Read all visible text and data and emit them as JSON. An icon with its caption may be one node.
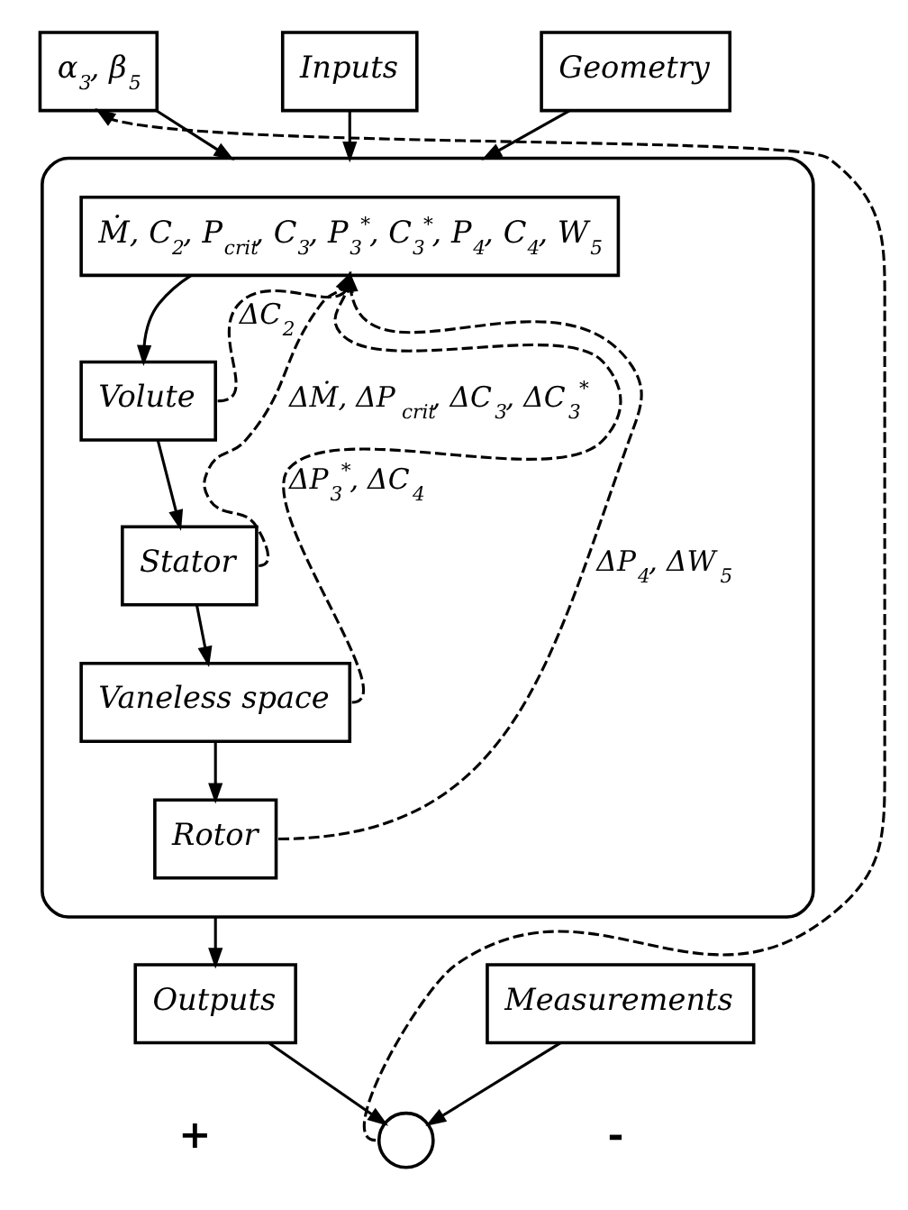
{
  "diagram": {
    "nodes": [
      {
        "text": [
          "Inputs"
        ]
      },
      {
        "text": [
          "Geometry"
        ]
      },
      {
        "text": [
          "α$_{3}$, β$_{5}$"
        ]
      },
      {
        "text": [],
        "shape": "box"
      },
      {
        "text": [
          "Ṁ, C$_{2}$, P$_{crit}$, C$_{3}$, P$_{3}$$^{*}$, C$_{3}$$^{*}$, P$_{4}$, C$_{4}$, W$_{5}$"
        ],
        "in": 3
      },
      {
        "text": [
          "Volute"
        ],
        "in": 3
      },
      {
        "text": [
          "Stator"
        ],
        "in": 3
      },
      {
        "text": [
          "Vaneless space"
        ],
        "in": 3
      },
      {
        "text": [
          "Rotor"
        ],
        "in": 3
      },
      {
        "text": [
          "Outputs"
        ]
      },
      {
        "text": [],
        "shape": "circle"
      },
      {
        "text": [
          "Measurements"
        ]
      }
    ],
    "edges": [
      {
        "from": 0,
        "to": 3,
        "arrow": "to"
      },
      {
        "from": 1,
        "to": 3,
        "arrow": "to"
      },
      {
        "from": 2,
        "to": 3,
        "arrow": "to"
      },
      {
        "from": 4,
        "to": 5,
        "arrow": "to"
      },
      {
        "from": 5,
        "to": 6,
        "arrow": "to"
      },
      {
        "from": 6,
        "to": 7,
        "arrow": "to"
      },
      {
        "from": 7,
        "to": 8,
        "arrow": "to"
      },
      {
        "from": 5,
        "to": 4,
        "arrow": "to",
        "style": "dashed",
        "label": "ΔC$_{2}$"
      },
      {
        "from": 6,
        "to": 4,
        "arrow": "to",
        "style": "dashed",
        "label": "ΔṀ, ΔP$_{crit}$, ΔC$_{3}$, ΔC$_{3}$$^{*}$"
      },
      {
        "from": 7,
        "to": 4,
        "arrow": "to",
        "style": "dashed",
        "label": "ΔP$_{3}$$^{*}$, ΔC$_{4}$"
      },
      {
        "from": 8,
        "to": 4,
        "arrow": "to",
        "style": "dashed",
        "label": "ΔP$_{4}$, ΔW$_{5}$"
      },
      {
        "from": 3,
        "to": 9,
        "arrow": "to"
      },
      {
        "from": 9,
        "to": 10,
        "arrow": "to"
      },
      {
        "from": 11,
        "to": 10,
        "arrow": "to"
      },
      {
        "from": 10,
        "to": 2,
        "arrow": "to",
        "style": "dashed"
      }
    ],
    "labels": [
      "+",
      "-"
    ]
  }
}
